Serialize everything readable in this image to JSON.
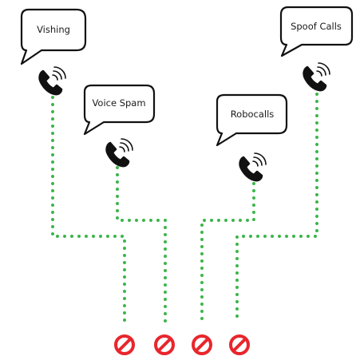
{
  "diagram": {
    "bubbles": [
      {
        "id": "vishing",
        "label": "Vishing"
      },
      {
        "id": "voice-spam",
        "label": "Voice Spam"
      },
      {
        "id": "robocalls",
        "label": "Robocalls"
      },
      {
        "id": "spoof-calls",
        "label": "Spoof Calls"
      }
    ],
    "icons": {
      "call_source": "phone-ringing-icon",
      "blocked": "no-entry-icon"
    },
    "colors": {
      "dotted_line": "#3cb54a",
      "block_symbol": "#e8262c",
      "phone": "#111111",
      "bubble_stroke": "#111111"
    }
  }
}
